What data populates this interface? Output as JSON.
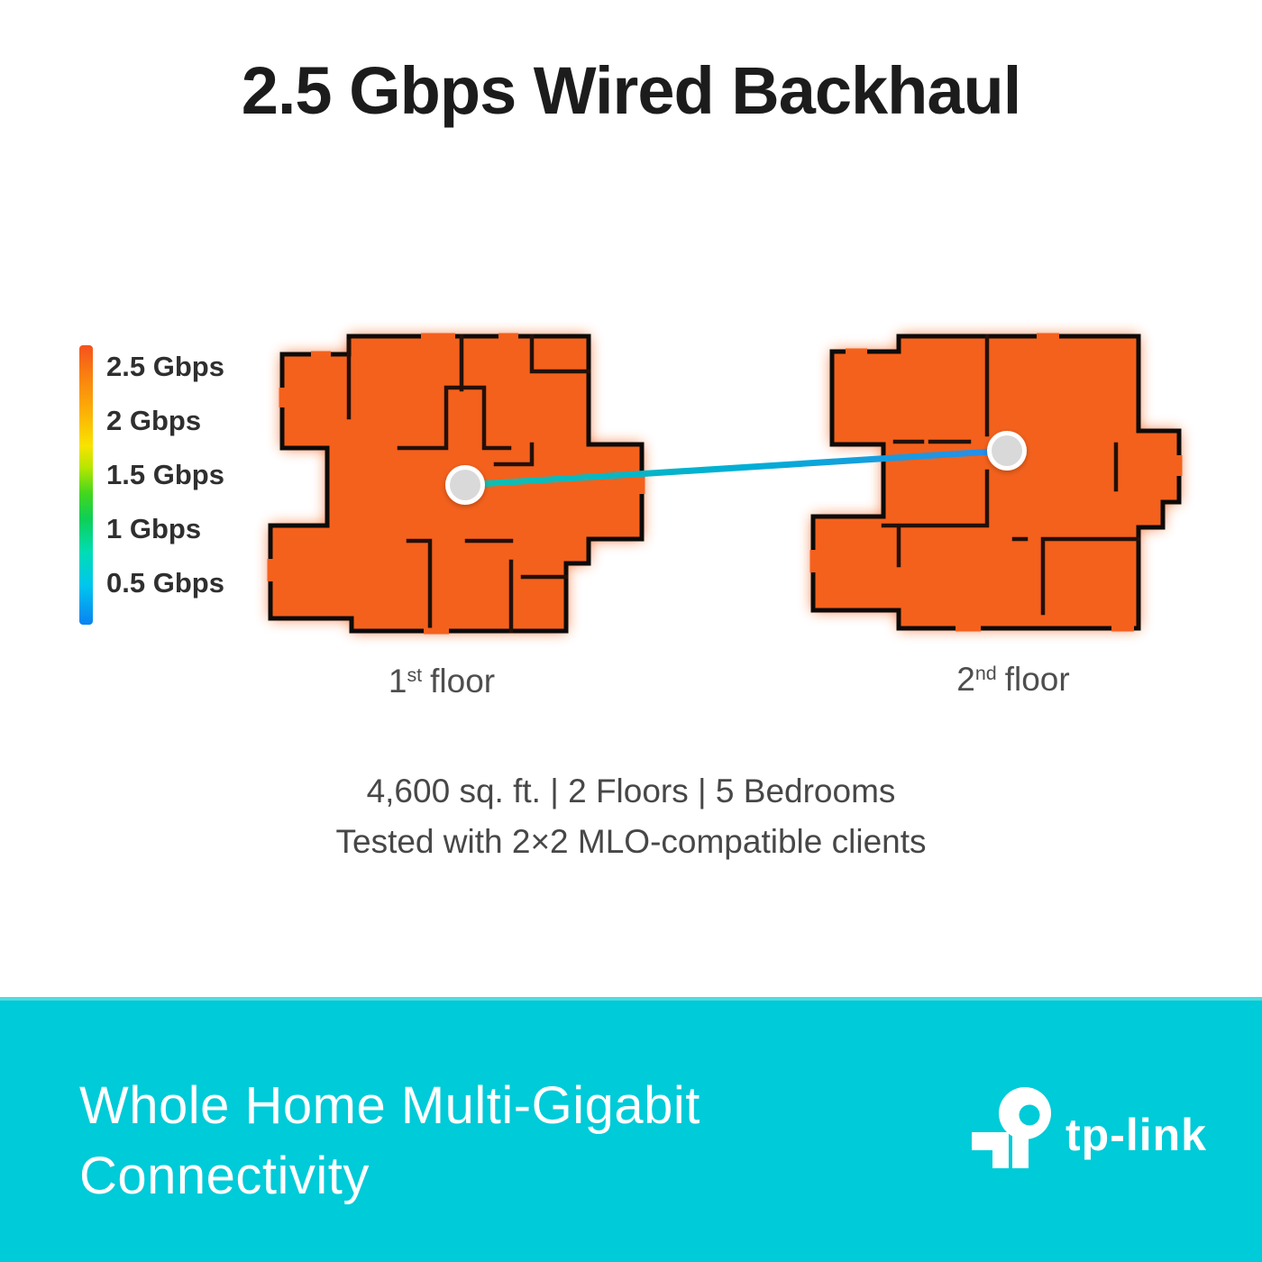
{
  "title": "2.5 Gbps Wired Backhaul",
  "legend": {
    "items": [
      "2.5 Gbps",
      "2 Gbps",
      "1.5 Gbps",
      "1 Gbps",
      "0.5 Gbps"
    ]
  },
  "floors": {
    "first": {
      "num": "1",
      "sup": "st",
      "word": "floor"
    },
    "second": {
      "num": "2",
      "sup": "nd",
      "word": "floor"
    }
  },
  "specs": {
    "line1": "4,600 sq. ft. | 2 Floors | 5 Bedrooms",
    "line2": "Tested with 2×2 MLO-compatible clients"
  },
  "banner": {
    "line1": "Whole Home Multi-Gigabit",
    "line2": "Connectivity",
    "brand": "tp-link"
  },
  "colors": {
    "coverage_orange": "#F4611D",
    "wall_black": "#120b07",
    "banner_teal": "#00CBD8",
    "link_teal": "#12BFAE",
    "link_blue": "#2B8CE8",
    "node_gray": "#d9d9d9"
  }
}
